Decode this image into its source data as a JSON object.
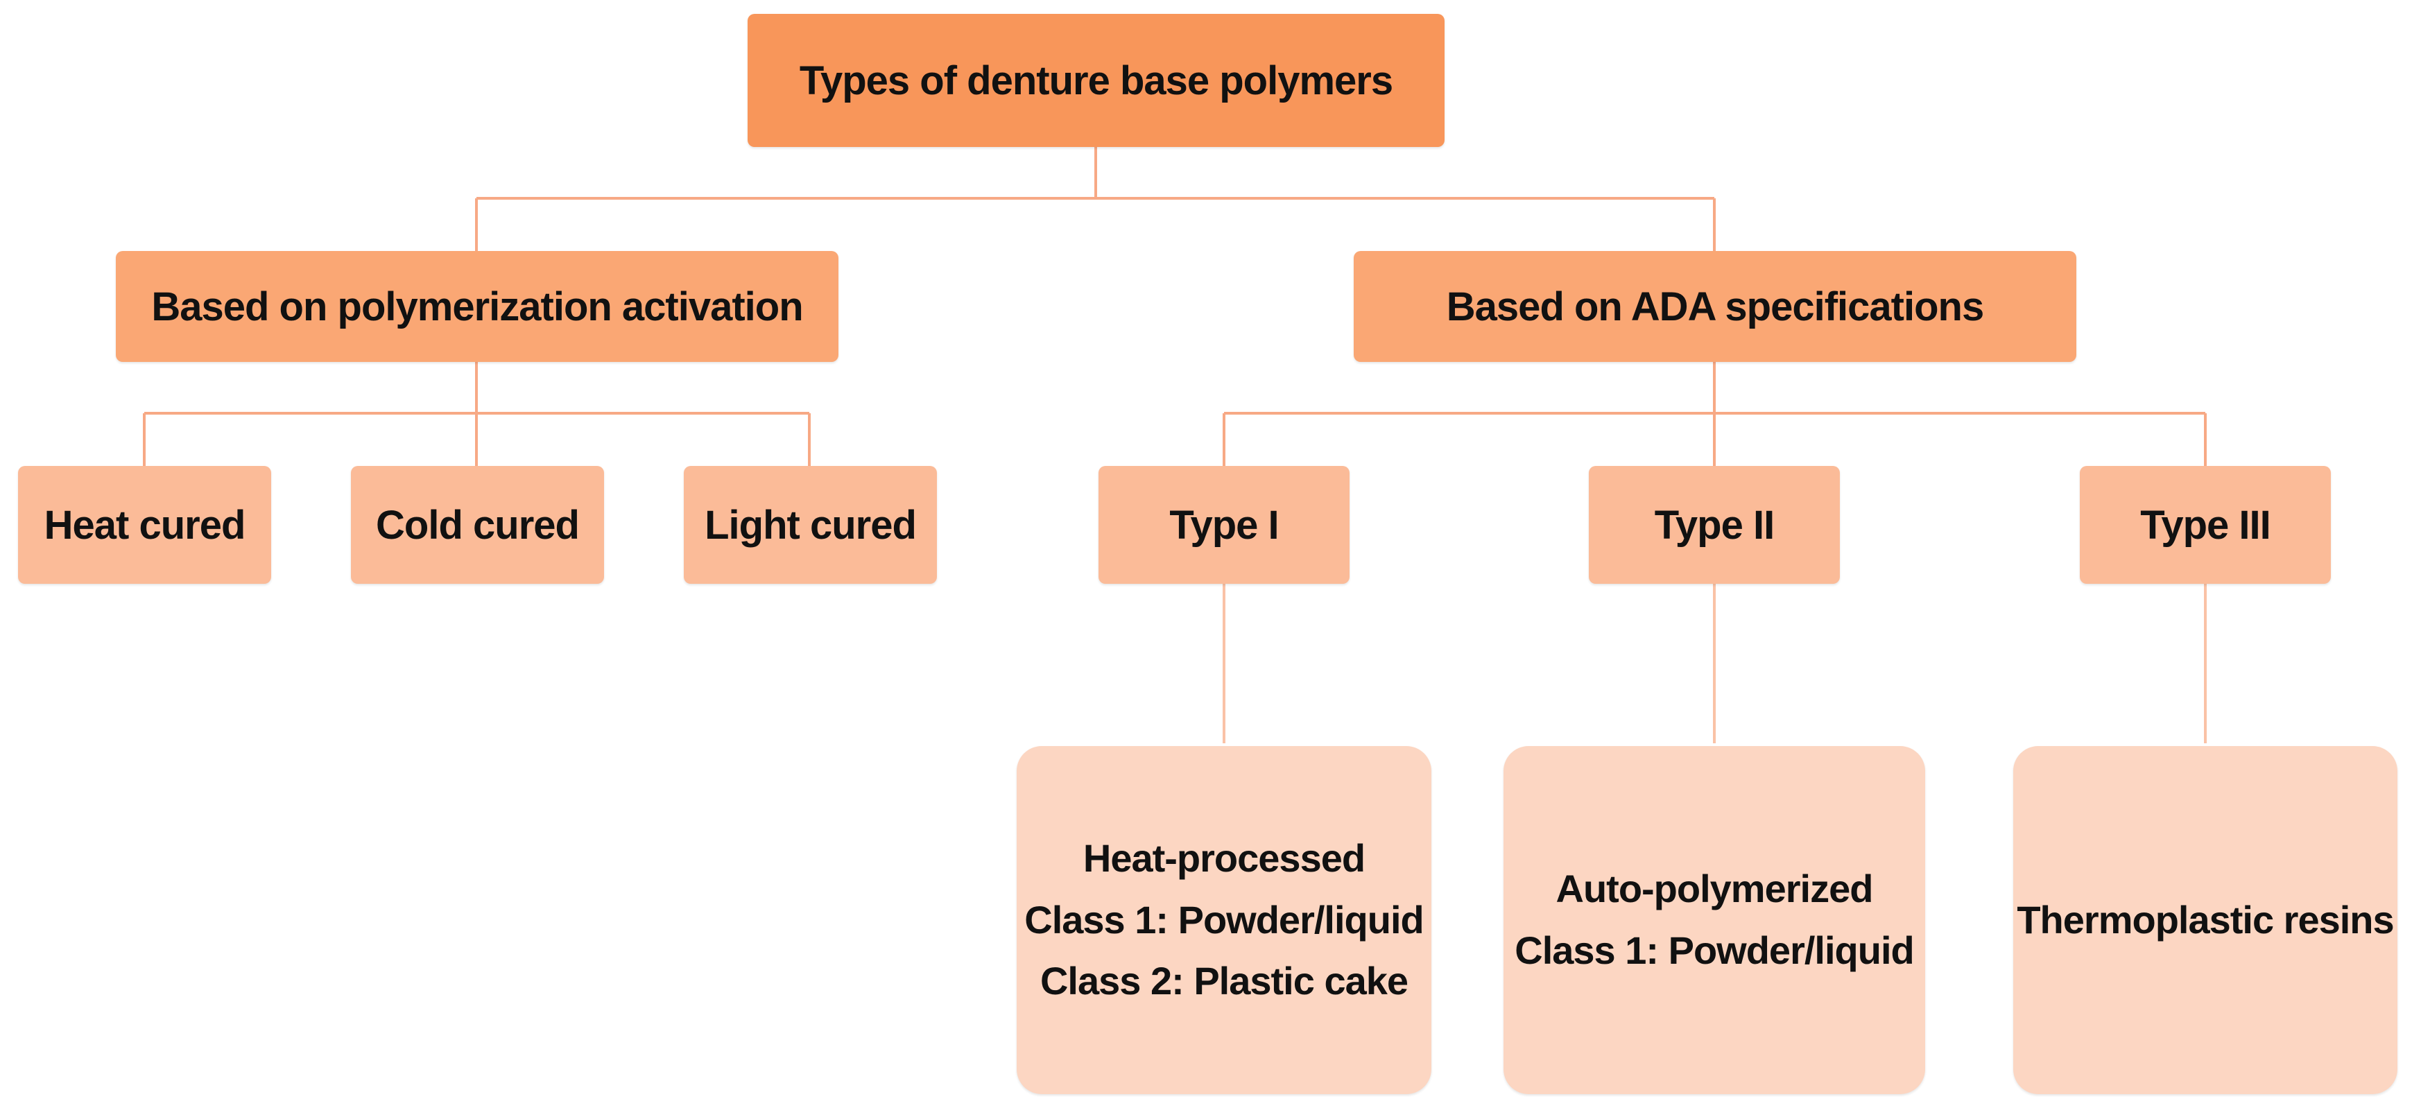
{
  "colors": {
    "root_fill": "#F8965A",
    "category_fill": "#FAA774",
    "type_fill": "#FBBB98",
    "detail_fill": "#FCD6C2",
    "connector": "#F7A985",
    "text": "#111111"
  },
  "root": {
    "label": "Types of denture base polymers"
  },
  "categories": {
    "activation": {
      "label": "Based on polymerization activation",
      "children": [
        "Heat cured",
        "Cold cured",
        "Light cured"
      ]
    },
    "ada": {
      "label": "Based on ADA specifications",
      "types": [
        {
          "label": "Type I",
          "details": [
            "Heat-processed",
            "Class 1: Powder/liquid",
            "Class 2: Plastic cake"
          ]
        },
        {
          "label": "Type II",
          "details": [
            "Auto-polymerized",
            "Class 1: Powder/liquid"
          ]
        },
        {
          "label": "Type III",
          "details": [
            "Thermoplastic resins"
          ]
        }
      ]
    }
  }
}
